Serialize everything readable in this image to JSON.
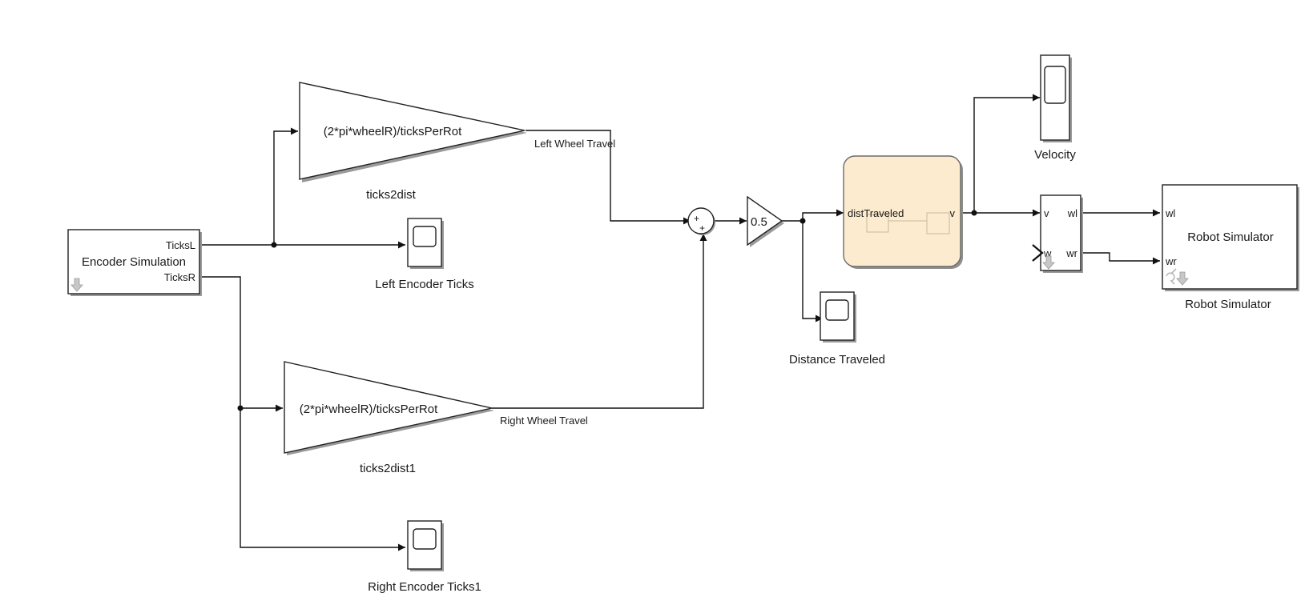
{
  "blocks": {
    "encoder": {
      "name": "Encoder Simulation",
      "port_left": "TicksL",
      "port_right": "TicksR"
    },
    "gain_left": {
      "expr": "(2*pi*wheelR)/ticksPerRot",
      "name": "ticks2dist"
    },
    "gain_right": {
      "expr": "(2*pi*wheelR)/ticksPerRot",
      "name": "ticks2dist1"
    },
    "scope_left_ticks": {
      "name": "Left Encoder Ticks"
    },
    "scope_right_ticks": {
      "name": "Right Encoder Ticks1"
    },
    "sum": {
      "signs": "+\n+"
    },
    "gain_half": {
      "value": "0.5"
    },
    "chart": {
      "input": "distTraveled",
      "output": "v"
    },
    "scope_distance": {
      "name": "Distance Traveled"
    },
    "scope_velocity": {
      "name": "Velocity"
    },
    "kinematics": {
      "in_v": "v",
      "in_w": "w",
      "out_wl": "wl",
      "out_wr": "wr"
    },
    "robot": {
      "title": "Robot Simulator",
      "name": "Robot Simulator",
      "in_wl": "wl",
      "in_wr": "wr"
    }
  },
  "signals": {
    "left_travel": "Left Wheel Travel",
    "right_travel": "Right Wheel Travel"
  },
  "colors": {
    "chart_fill": "#fcebcf",
    "chart_border": "#6b6b6b",
    "line": "#111111"
  }
}
